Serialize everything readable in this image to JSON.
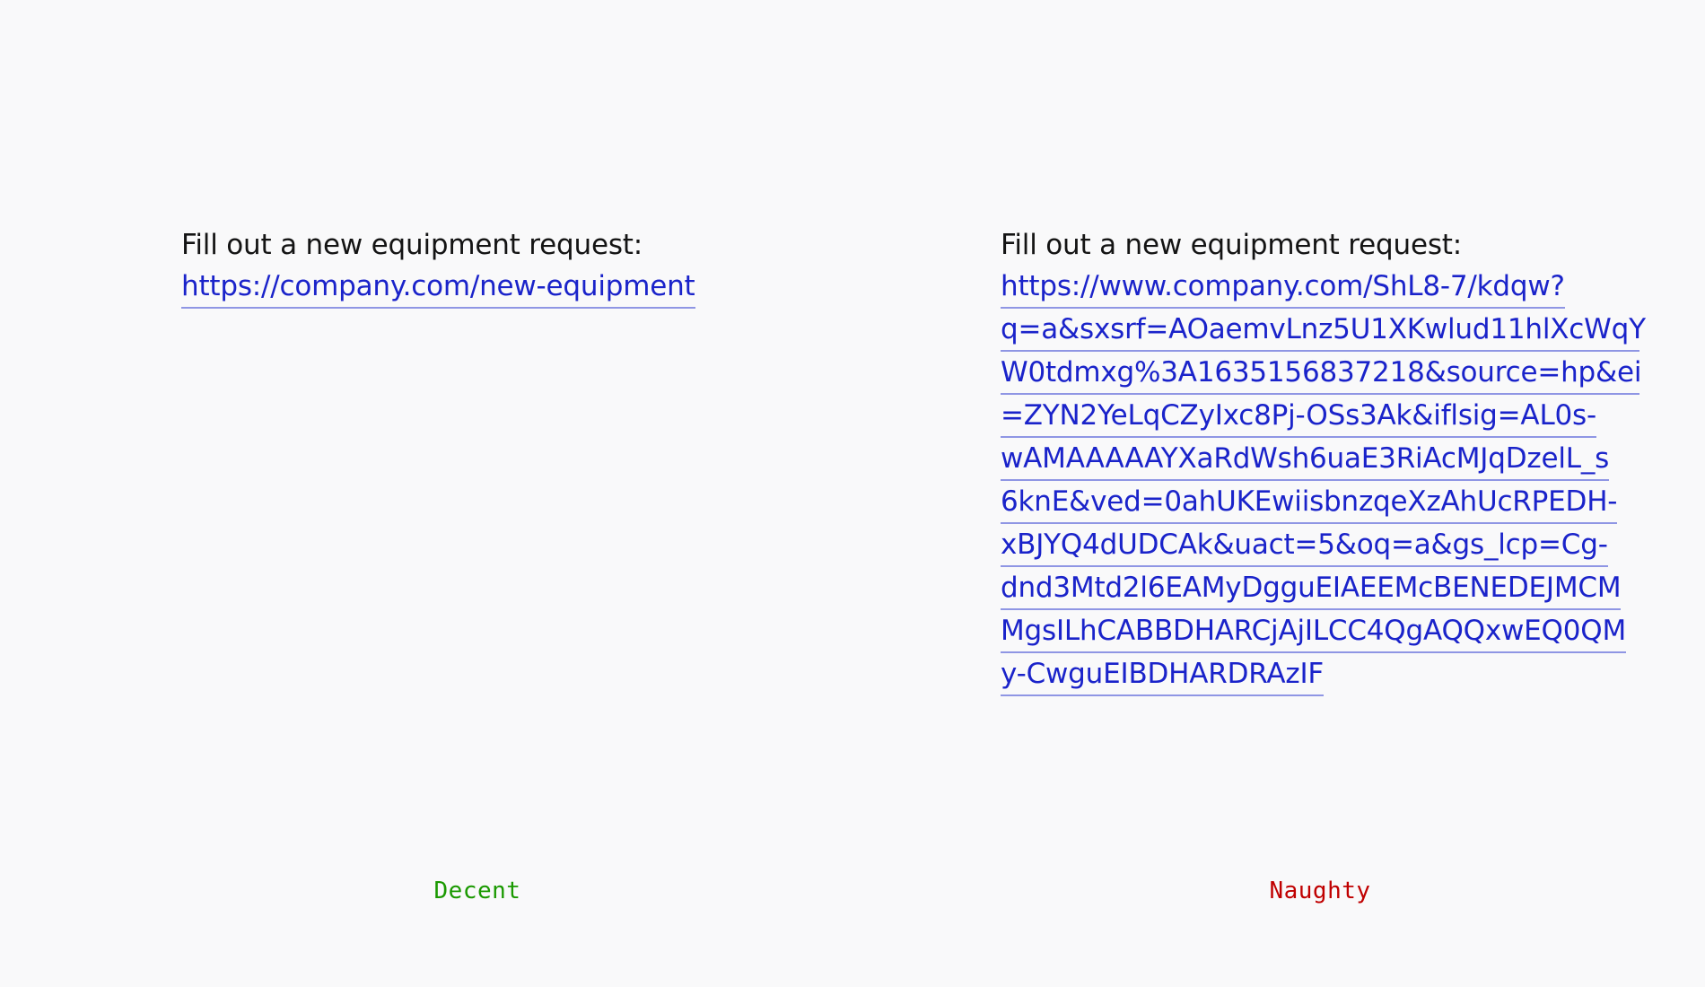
{
  "background_color": "#f9f9fa",
  "colors": {
    "text": "#141414",
    "link": "#1a23ca",
    "link_underline": "#8f96e4",
    "decent": "#1a9900",
    "naughty": "#c00000"
  },
  "columns": {
    "left": {
      "prompt": "Fill out a new equipment request:",
      "link_full": "https://company.com/new-equipment",
      "link_lines": [
        "https://company.com/new-equipment"
      ],
      "verdict": "Decent",
      "verdict_color": "#1a9900"
    },
    "right": {
      "prompt": "Fill out a new equipment request:",
      "link_full": "https://www.company.com/ShL8-7/kdqw?q=a&sxsrf=AOaemvLnz5U1XKwlud11hlXcWqYW0tdmxg%3A1635156837218&source=hp&ei=ZYN2YeLqCZyIxc8Pj-OSs3Ak&iflsig=AL0s-wAMAAAAAYXaRdWsh6uaE3RiAcMJqDzelL_s6knE&ved=0ahUKEwiisbnzqeXzAhUcRPEDH-xBJYQ4dUDCAk&uact=5&oq=a&gs_lcp=Cg-dnd3Mtd2l6EAMyDgguEIAEEMcBENEDEJMCMMgsILhCABBDHARCjAjILCC4QgAQQxwEQ0QMy-CwguEIBDHARDRAzIF",
      "link_lines": [
        "https://www.company.com/ShL8-7/kdqw?",
        "q=a&sxsrf=AOaemvLnz5U1XKwlud11hlXcWqY",
        "W0tdmxg%3A1635156837218&source=hp&ei",
        "=ZYN2YeLqCZyIxc8Pj-OSs3Ak&iflsig=AL0s-",
        "wAMAAAAAYXaRdWsh6uaE3RiAcMJqDzelL_s",
        "6knE&ved=0ahUKEwiisbnzqeXzAhUcRPEDH-",
        "xBJYQ4dUDCAk&uact=5&oq=a&gs_lcp=Cg-",
        "dnd3Mtd2l6EAMyDgguEIAEEMcBENEDEJMCM",
        "MgsILhCABBDHARCjAjILCC4QgAQQxwEQ0QM",
        "y-CwguEIBDHARDRAzIF"
      ],
      "verdict": "Naughty",
      "verdict_color": "#c00000"
    }
  }
}
